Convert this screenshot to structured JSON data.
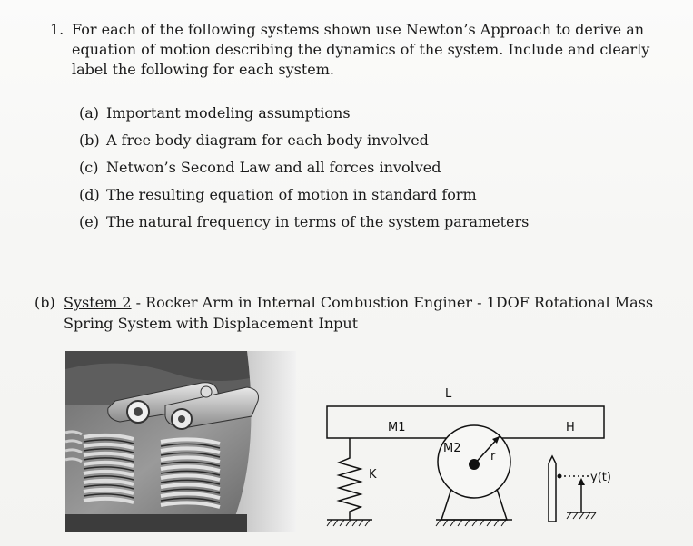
{
  "question": {
    "number": "1.",
    "text": "For each of the following systems shown use Newton’s Approach to derive an equation of motion describing the dynamics of the system. Include and clearly label the following for each system."
  },
  "requirements": [
    {
      "letter": "(a)",
      "text": "Important modeling assumptions"
    },
    {
      "letter": "(b)",
      "text": "A free body diagram for each body involved"
    },
    {
      "letter": "(c)",
      "text": "Netwon’s Second Law and all forces involved"
    },
    {
      "letter": "(d)",
      "text": "The resulting equation of motion in standard form"
    },
    {
      "letter": "(e)",
      "text": "The natural frequency in terms of the system parameters"
    }
  ],
  "section": {
    "label": "(b)",
    "system": "System 2",
    "title_rest": " - Rocker Arm in Internal Combustion Enginer - 1DOF Rotational Mass",
    "title_line2": "Spring System with Displacement Input"
  },
  "diagram": {
    "L": "L",
    "M1": "M1",
    "M2": "M2",
    "r": "r",
    "K": "K",
    "H": "H",
    "y": "y(t)"
  }
}
